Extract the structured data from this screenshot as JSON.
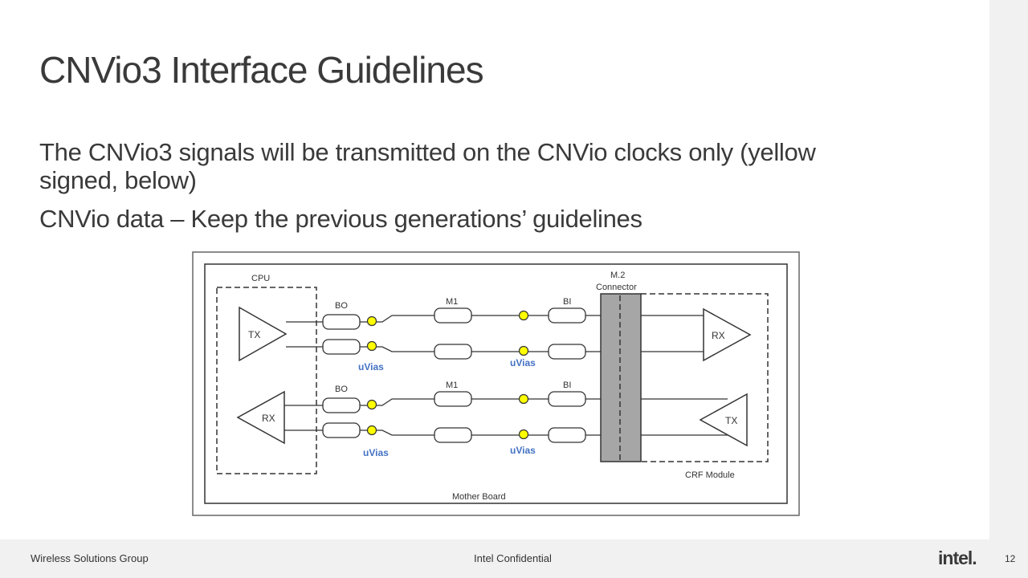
{
  "slide": {
    "title": "CNVio3 Interface Guidelines",
    "bullets": [
      "The CNVio3 signals will be transmitted on the CNVio clocks only (yellow signed, below)",
      "CNVio data – Keep the previous generations’ guidelines"
    ]
  },
  "diagram": {
    "labels": {
      "cpu": "CPU",
      "m2_line1": "M.2",
      "m2_line2": "Connector",
      "tx_top": "TX",
      "rx_top": "RX",
      "rx_bottom": "RX",
      "tx_bottom": "TX",
      "bo_top": "BO",
      "bo_bottom": "BO",
      "m1_top": "M1",
      "m1_bottom": "M1",
      "bi_top": "BI",
      "bi_bottom": "BI",
      "uvias_1": "uVias",
      "uvias_2": "uVias",
      "uvias_3": "uVias",
      "uvias_4": "uVias",
      "crf_module": "CRF Module",
      "mother_board": "Mother Board"
    },
    "colors": {
      "via_fill": "#ffff00",
      "uvias_text": "#4472c4",
      "connector_fill": "#a6a6a6"
    }
  },
  "footer": {
    "group": "Wireless Solutions Group",
    "confidential": "Intel Confidential",
    "logo_text": "intel.",
    "page_number": "12"
  }
}
